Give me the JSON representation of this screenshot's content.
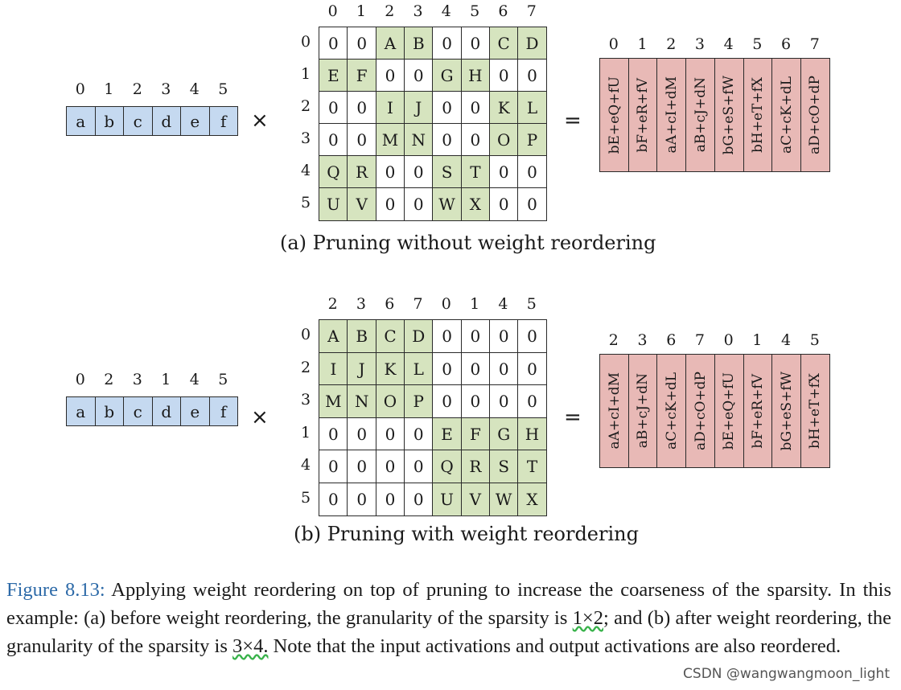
{
  "figure_a": {
    "vector_indices": [
      "0",
      "1",
      "2",
      "3",
      "4",
      "5"
    ],
    "vector": [
      "a",
      "b",
      "c",
      "d",
      "e",
      "f"
    ],
    "times": "×",
    "equals": "=",
    "col_indices": [
      "0",
      "1",
      "2",
      "3",
      "4",
      "5",
      "6",
      "7"
    ],
    "row_indices": [
      "0",
      "1",
      "2",
      "3",
      "4",
      "5"
    ],
    "matrix": [
      [
        "0",
        "0",
        "A",
        "B",
        "0",
        "0",
        "C",
        "D"
      ],
      [
        "E",
        "F",
        "0",
        "0",
        "G",
        "H",
        "0",
        "0"
      ],
      [
        "0",
        "0",
        "I",
        "J",
        "0",
        "0",
        "K",
        "L"
      ],
      [
        "0",
        "0",
        "M",
        "N",
        "0",
        "0",
        "O",
        "P"
      ],
      [
        "Q",
        "R",
        "0",
        "0",
        "S",
        "T",
        "0",
        "0"
      ],
      [
        "U",
        "V",
        "0",
        "0",
        "W",
        "X",
        "0",
        "0"
      ]
    ],
    "output_indices": [
      "0",
      "1",
      "2",
      "3",
      "4",
      "5",
      "6",
      "7"
    ],
    "output": [
      "bE+eQ+fU",
      "bF+eR+fV",
      "aA+cI+dM",
      "aB+cJ+dN",
      "bG+eS+fW",
      "bH+eT+fX",
      "aC+cK+dL",
      "aD+cO+dP"
    ],
    "caption": "(a) Pruning without weight reordering"
  },
  "figure_b": {
    "vector_indices": [
      "0",
      "2",
      "3",
      "1",
      "4",
      "5"
    ],
    "vector": [
      "a",
      "b",
      "c",
      "d",
      "e",
      "f"
    ],
    "times": "×",
    "equals": "=",
    "col_indices": [
      "2",
      "3",
      "6",
      "7",
      "0",
      "1",
      "4",
      "5"
    ],
    "row_indices": [
      "0",
      "2",
      "3",
      "1",
      "4",
      "5"
    ],
    "matrix": [
      [
        "A",
        "B",
        "C",
        "D",
        "0",
        "0",
        "0",
        "0"
      ],
      [
        "I",
        "J",
        "K",
        "L",
        "0",
        "0",
        "0",
        "0"
      ],
      [
        "M",
        "N",
        "O",
        "P",
        "0",
        "0",
        "0",
        "0"
      ],
      [
        "0",
        "0",
        "0",
        "0",
        "E",
        "F",
        "G",
        "H"
      ],
      [
        "0",
        "0",
        "0",
        "0",
        "Q",
        "R",
        "S",
        "T"
      ],
      [
        "0",
        "0",
        "0",
        "0",
        "U",
        "V",
        "W",
        "X"
      ]
    ],
    "output_indices": [
      "2",
      "3",
      "6",
      "7",
      "0",
      "1",
      "4",
      "5"
    ],
    "output": [
      "aA+cI+dM",
      "aB+cJ+dN",
      "aC+cK+dL",
      "aD+cO+dP",
      "bE+eQ+fU",
      "bF+eR+fV",
      "bG+eS+fW",
      "bH+eT+fX"
    ],
    "caption": "(b) Pruning with weight reordering"
  },
  "figure_caption": {
    "label": "Figure 8.13:",
    "text_1": " Applying weight reordering on top of pruning to increase the coarseness of the sparsity. In this example: (a) before weight reordering, the granularity of the sparsity is ",
    "gran_a": "1×2",
    "text_2": "; and (b) after weight reordering, the granularity of the sparsity is ",
    "gran_b": "3×4.",
    "text_3": " Note that the input activations and output activations are also reordered."
  },
  "watermark": "CSDN @wangwangmoon_light",
  "colors": {
    "vector": "#c5d9f0",
    "nonzero": "#d6e4bf",
    "output": "#e8b9b6",
    "link": "#2d6aa8"
  }
}
